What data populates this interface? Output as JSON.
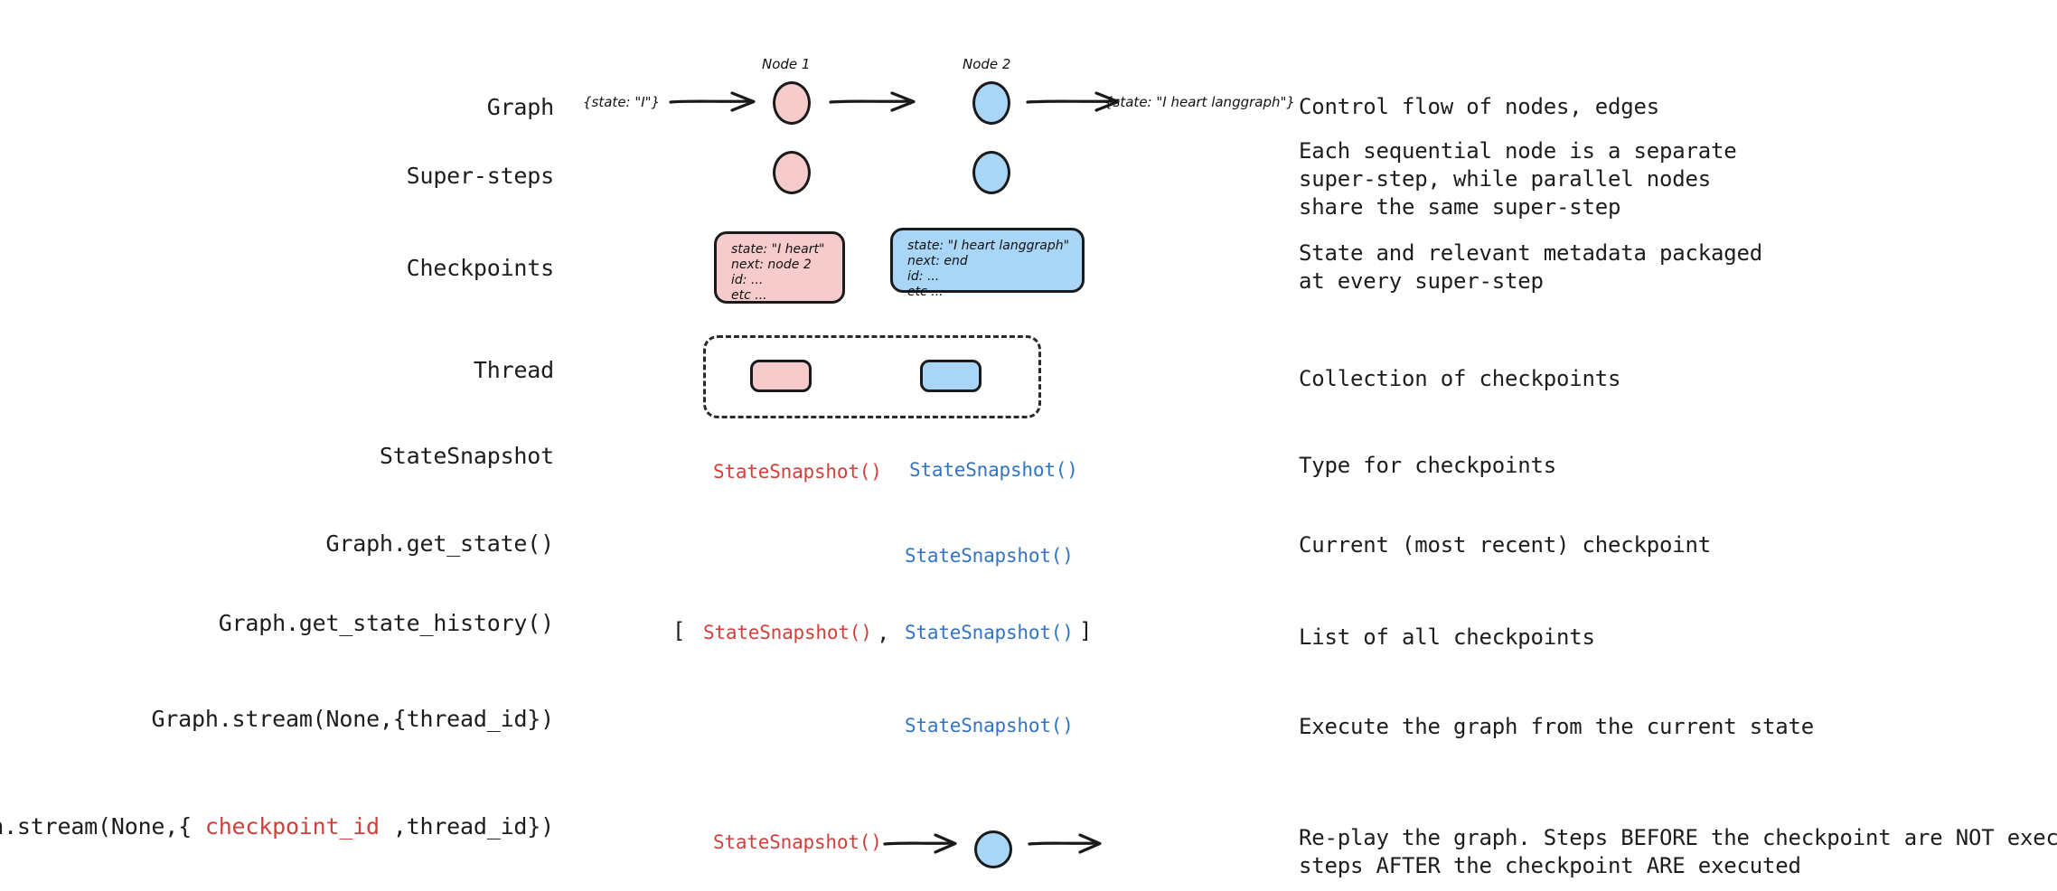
{
  "meta": {
    "background": "#ffffff",
    "pink": "#f6cbcb",
    "blue": "#a9d5f7",
    "red_text": "#d1413c",
    "blue_text": "#3273c4",
    "ink": "#1a1a1a"
  },
  "rows": [
    {
      "id": "graph",
      "label": "Graph",
      "description": "Control flow of nodes, edges"
    },
    {
      "id": "super-steps",
      "label": "Super-steps",
      "description": "Each sequential node is a separate\nsuper-step, while parallel nodes\nshare the same super-step"
    },
    {
      "id": "checkpoints",
      "label": "Checkpoints",
      "description": "State and relevant metadata packaged\nat every super-step"
    },
    {
      "id": "thread",
      "label": "Thread",
      "description": "Collection of checkpoints"
    },
    {
      "id": "statesnapshot",
      "label": "StateSnapshot",
      "description": "Type for checkpoints"
    },
    {
      "id": "get-state",
      "label": "Graph.get_state()",
      "description": "Current (most recent) checkpoint"
    },
    {
      "id": "get-state-history",
      "label": "Graph.get_state_history()",
      "description": "List of all checkpoints"
    },
    {
      "id": "stream-thread",
      "label": "Graph.stream(None,{thread_id})",
      "description": "Execute the graph from the current state"
    },
    {
      "id": "stream-checkpoint",
      "label_parts": [
        {
          "text": "Graph.stream(None,{ ",
          "color": "dark"
        },
        {
          "text": "checkpoint_id",
          "color": "red"
        },
        {
          "text": " ,thread_id})",
          "color": "dark"
        }
      ],
      "label": "Graph.stream(None,{ checkpoint_id ,thread_id})",
      "description": "Re-play the graph. Steps BEFORE the checkpoint are NOT executed,\nsteps AFTER the checkpoint ARE executed"
    }
  ],
  "graph_row": {
    "input_state": "{state: \"I\"}",
    "output_state": "{state: \"I heart langgraph\"}",
    "node1_caption": "Node 1",
    "node2_caption": "Node 2"
  },
  "checkpoint_cards": [
    {
      "color": "pink",
      "lines": [
        "state: \"I heart\"",
        "next: node 2",
        "id: ...",
        "etc ..."
      ]
    },
    {
      "color": "blue",
      "lines": [
        "state: \"I heart langgraph\"",
        "next: end",
        "id: ...",
        "etc ..."
      ]
    }
  ],
  "tokens": {
    "state_snapshot": "StateSnapshot()",
    "bracket_open": "[",
    "bracket_close": "]",
    "comma": ","
  }
}
